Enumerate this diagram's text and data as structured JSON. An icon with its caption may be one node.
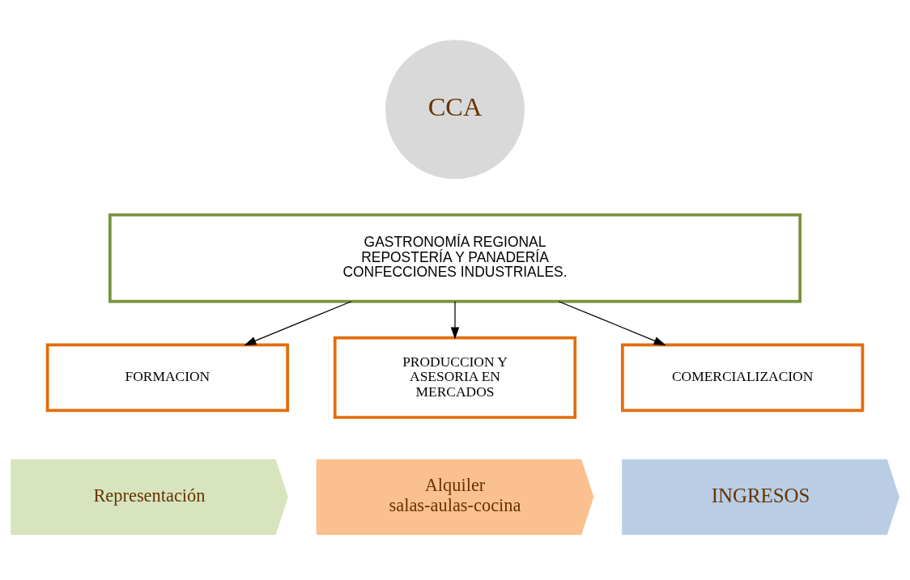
{
  "diagram": {
    "nodes": [
      {
        "text": [
          "CCA"
        ]
      },
      {
        "text": [
          "GASTRONOMÍA REGIONAL",
          "REPOSTERÍA Y PANADERÍA",
          "CONFECCIONES INDUSTRIALES."
        ]
      },
      {
        "text": [
          "FORMACION"
        ]
      },
      {
        "text": [
          "PRODUCCION Y ASESORIA EN MERCADOS"
        ]
      },
      {
        "text": [
          "COMERCIALIZACION"
        ]
      },
      {
        "text": [
          "Representación"
        ]
      },
      {
        "text": [
          "Alquiler salas-aulas-cocina"
        ]
      },
      {
        "text": [
          "INGRESOS"
        ]
      }
    ],
    "edges": [
      {
        "from": 1,
        "to": 2,
        "arrow": "to"
      },
      {
        "from": 1,
        "to": 3,
        "arrow": "to"
      },
      {
        "from": 1,
        "to": 4,
        "arrow": "to"
      }
    ]
  }
}
